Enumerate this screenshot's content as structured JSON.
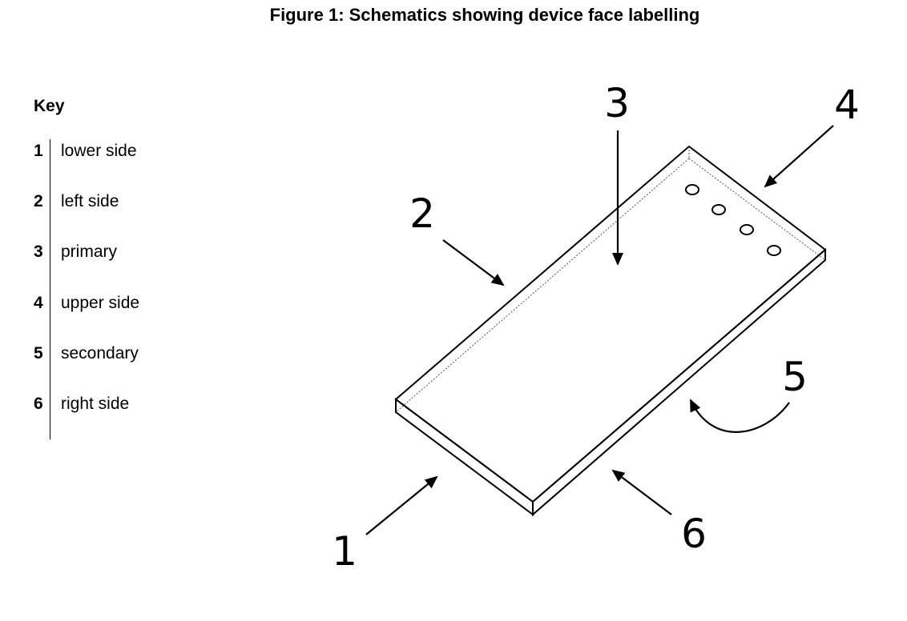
{
  "title": "Figure 1: Schematics showing device face labelling",
  "key": {
    "heading": "Key",
    "items": [
      {
        "num": "1",
        "label": "lower side"
      },
      {
        "num": "2",
        "label": "left side"
      },
      {
        "num": "3",
        "label": "primary"
      },
      {
        "num": "4",
        "label": "upper side"
      },
      {
        "num": "5",
        "label": "secondary"
      },
      {
        "num": "6",
        "label": "right side"
      }
    ]
  },
  "diagram_labels": {
    "l1": "1",
    "l2": "2",
    "l3": "3",
    "l4": "4",
    "l5": "5",
    "l6": "6"
  }
}
